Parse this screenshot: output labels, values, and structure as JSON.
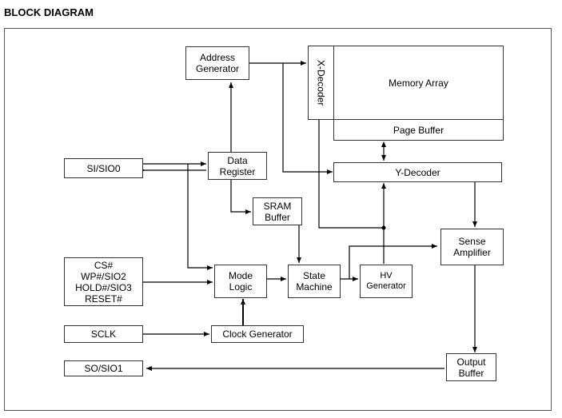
{
  "title": "BLOCK DIAGRAM",
  "blocks": {
    "address_generator": "Address\nGenerator",
    "x_decoder": "X-Decoder",
    "memory_array": "Memory Array",
    "page_buffer": "Page Buffer",
    "y_decoder": "Y-Decoder",
    "si_sio0": "SI/SIO0",
    "data_register": "Data\nRegister",
    "sram_buffer": "SRAM\nBuffer",
    "control_pins": "CS#\nWP#/SIO2\nHOLD#/SIO3\nRESET#",
    "mode_logic": "Mode\nLogic",
    "state_machine": "State\nMachine",
    "hv_generator": "HV\nGenerator",
    "sense_amplifier": "Sense\nAmplifier",
    "sclk": "SCLK",
    "clock_generator": "Clock Generator",
    "output_buffer": "Output\nBuffer",
    "so_sio1": "SO/SIO1"
  },
  "connections": [
    {
      "from": "address_generator",
      "to": "x_decoder"
    },
    {
      "from": "address_generator",
      "to": "y_decoder"
    },
    {
      "from": "data_register",
      "to": "address_generator"
    },
    {
      "from": "si_sio0",
      "to": "data_register",
      "bidirectional": true
    },
    {
      "from": "data_register",
      "to": "sram_buffer"
    },
    {
      "from": "si_sio0",
      "to": "mode_logic"
    },
    {
      "from": "sram_buffer",
      "to": "state_machine"
    },
    {
      "from": "control_pins",
      "to": "mode_logic"
    },
    {
      "from": "mode_logic",
      "to": "state_machine"
    },
    {
      "from": "clock_generator",
      "to": "mode_logic"
    },
    {
      "from": "sclk",
      "to": "clock_generator"
    },
    {
      "from": "state_machine",
      "to": "hv_generator"
    },
    {
      "from": "state_machine",
      "to": "sense_amplifier"
    },
    {
      "from": "hv_generator",
      "to": "y_decoder"
    },
    {
      "from": "hv_generator",
      "to": "x_decoder"
    },
    {
      "from": "page_buffer",
      "to": "y_decoder",
      "bidirectional": true
    },
    {
      "from": "y_decoder",
      "to": "sense_amplifier"
    },
    {
      "from": "sense_amplifier",
      "to": "output_buffer"
    },
    {
      "from": "output_buffer",
      "to": "so_sio1"
    }
  ]
}
